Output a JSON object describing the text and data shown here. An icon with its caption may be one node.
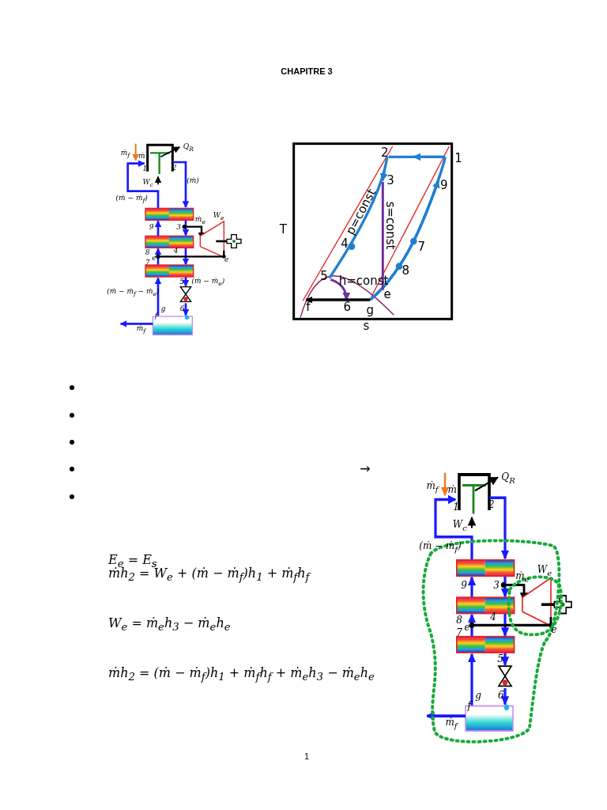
{
  "diagram": {
    "labels": [
      "CHAPITRE 3",
      "ṁ$_{f}$",
      "ṁ",
      "Q$_{R}$",
      "1",
      "2",
      "W$_{c}$",
      "(ṁ)",
      "(ṁ − ṁ$_{f}$)",
      "9",
      "3",
      "ṁ$_{e}$",
      "W$_{e}$",
      "8",
      "e",
      "4",
      "e",
      "7",
      "5",
      "(ṁ − ṁ$_{e}$)",
      "(ṁ − ṁ$_{f}$ − ṁ$_{e}$)",
      "g",
      "6",
      "f",
      "ṁ$_{f}$",
      "2",
      "1",
      "3",
      "9",
      "p=const",
      "s=const",
      "T",
      "4",
      "7",
      "8",
      "5",
      "h=const",
      "e",
      "f",
      "6",
      "g",
      "s",
      "→",
      "ṁ$_{f}$",
      "ṁ",
      "Q$_{R}$",
      "1",
      "2",
      "W$_{c}$",
      "(ṁ − ṁ$_{f}$)",
      "9",
      "3",
      "ṁ$_{e}$",
      "W$_{e}$",
      "8",
      "e",
      "4",
      "e",
      "7",
      "5",
      "g",
      "6",
      "f",
      "ṁ$_{f}$",
      "E$_{e}$ = E$_{s}$",
      "ṁh$_{2}$ = W$_{e}$ + (ṁ − ṁ$_{f}$)h$_{1}$ + ṁ$_{f}$h$_{f}$",
      "W$_{e}$ = ṁ$_{e}$h$_{3}$ − ṁ$_{e}$h$_{e}$",
      "ṁh$_{2}$ = (ṁ − ṁ$_{f}$)h$_{1}$ + ṁ$_{f}$h$_{f}$ + ṁ$_{e}$h$_{3}$ − ṁ$_{e}$h$_{e}$",
      "1"
    ]
  }
}
